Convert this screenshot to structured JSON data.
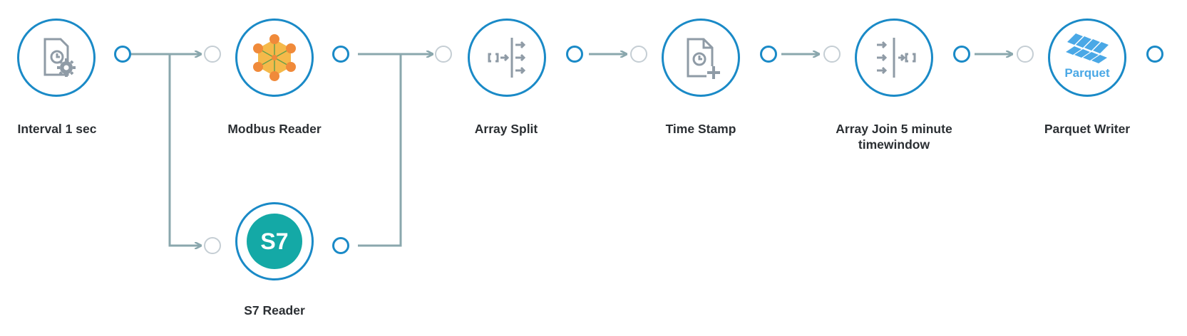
{
  "flow": {
    "nodes": [
      {
        "id": "interval",
        "label": "Interval 1 sec",
        "icon": "clock-gear-icon"
      },
      {
        "id": "modbus",
        "label": "Modbus Reader",
        "icon": "modbus-network-icon"
      },
      {
        "id": "s7",
        "label": "S7 Reader",
        "icon": "s7-badge-icon",
        "badge_text": "S7"
      },
      {
        "id": "split",
        "label": "Array Split",
        "icon": "array-split-icon"
      },
      {
        "id": "timestamp",
        "label": "Time Stamp",
        "icon": "timestamp-add-icon"
      },
      {
        "id": "join",
        "label": "Array Join 5 minute timewindow",
        "icon": "array-join-icon"
      },
      {
        "id": "parquet",
        "label": "Parquet Writer",
        "icon": "parquet-logo-icon",
        "logo_text": "Parquet"
      }
    ]
  },
  "colors": {
    "node_border": "#1a8ac7",
    "connector": "#8aa7ad",
    "input_port": "#c5ced4",
    "icon_gray": "#8f9ba6",
    "s7_teal": "#14a9a6",
    "modbus_orange": "#f08a3a",
    "modbus_yellow": "#f5b94a",
    "parquet_blue": "#4aa8e6"
  }
}
